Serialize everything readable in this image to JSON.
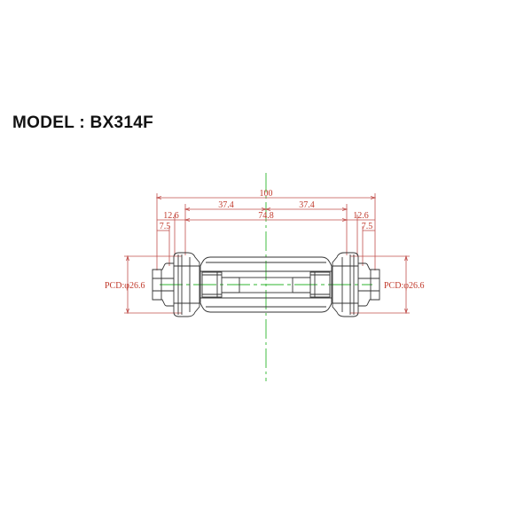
{
  "title": {
    "label": "MODEL : BX314F"
  },
  "drawing": {
    "part": "bottom-bracket-cartridge",
    "dimensions": {
      "overall_width": "100",
      "left_half": "37.4",
      "right_half": "37.4",
      "shell_width": "74.8",
      "left_cup_offset": "12.6",
      "right_cup_offset": "12.6",
      "left_spindle_step": "7.5",
      "right_spindle_step": "7.5",
      "left_pcd": "PCD:φ26.6",
      "right_pcd": "PCD:φ26.6"
    },
    "colors": {
      "dimension_lines": "#c0504d",
      "dimension_text": "#c0392b",
      "part_outline": "#333333",
      "centerline": "#2fb52f"
    }
  }
}
